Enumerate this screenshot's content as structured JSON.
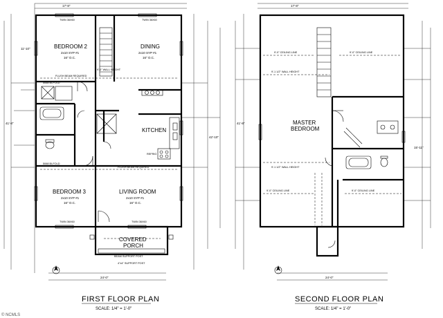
{
  "watermark": "© NCMLS",
  "first_floor": {
    "title": "FIRST FLOOR PLAN",
    "scale": "SCALE: 1/4\" = 1'-0\"",
    "rooms": {
      "bedroom2": "BEDROOM 2",
      "bedroom2_note1": "2x10 SYP #1",
      "bedroom2_note2": "16\" O.C.",
      "dining": "DINING",
      "dining_note1": "2x10 SYP #1",
      "dining_note2": "16\" O.C.",
      "kitchen": "KITCHEN",
      "bedroom3": "BEDROOM 3",
      "bedroom3_note1": "2x10 SYP #1",
      "bedroom3_note2": "16\" O.C.",
      "living": "LIVING ROOM",
      "living_note1": "2x10 SYP #1",
      "living_note2": "16\" O.C.",
      "porch1": "COVERED",
      "porch2": "PORCH"
    },
    "notes": {
      "flush_beam_top": "FLUSH BEAM REQUIRED",
      "flush_beam_mid": "FLUSH BEAM REQUIRED",
      "wall_height": "9'-0\" WALL HEIGHT",
      "twin_36": "TWIN 36X60",
      "twin_36b": "TWIN 36X60",
      "twin_36c": "TWIN 36X60",
      "twin_36d": "TWIN 36X60",
      "bifold1": "5068 BI-FOLD",
      "bifold2": "5068 BI-FOLD",
      "refrig": "REFRIG",
      "beam": "BEAM SUPPORT POST",
      "post": "4\"x4\" SUPPORT POST",
      "dims_top": "17'-8\"",
      "dims_left": "41'-8\"",
      "dims_right": "42'-10\"",
      "dims_bottom": "24'-0\"",
      "dims_b2": "11'-10\""
    }
  },
  "second_floor": {
    "title": "SECOND FLOOR PLAN",
    "scale": "SCALE: 1/4\" = 1'-0\"",
    "rooms": {
      "master1": "MASTER",
      "master2": "BEDROOM"
    },
    "notes": {
      "ceiling1": "9'-0\" CEILING LINE",
      "ceiling2": "9'-0\" CEILING LINE",
      "ceiling3": "9'-0\" CEILING LINE",
      "ceiling4": "9'-0\" CEILING LINE",
      "wall_height1": "9'-1 1/2\" WALL HEIGHT",
      "wall_height2": "9'-1 1/2\" WALL HEIGHT",
      "dims_top": "17'-8\"",
      "dims_bottom": "24'-0\"",
      "dims_left": "41'-8\"",
      "dims_right": "15'-11\""
    }
  }
}
